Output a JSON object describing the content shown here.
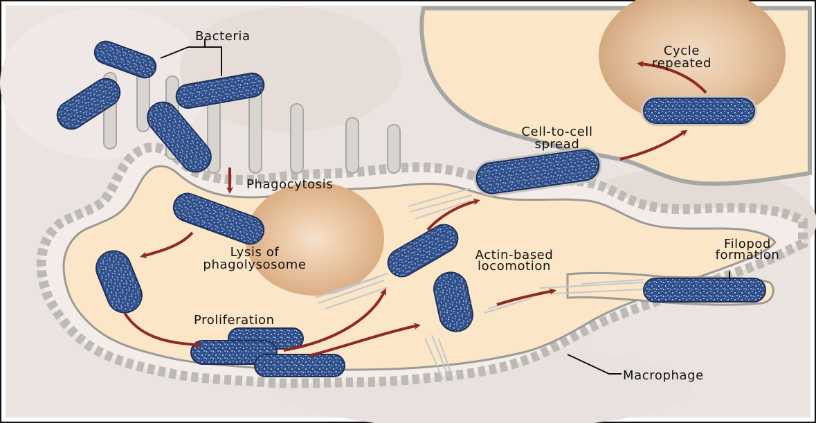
{
  "colors": {
    "background": "#ffffff",
    "host_region": "#e6dcd8",
    "cytoplasm": "#fbe6c8",
    "membrane_outline": "#a6a6a2",
    "nucleus": "#e2b994",
    "bacterium_fill": "#2f4f8a",
    "bacterium_speckle": "#9fb4dc",
    "arrow": "#8e2a20",
    "actin": "#c3c8cc",
    "frame": "#111111"
  },
  "labels": {
    "bacteria": "Bacteria",
    "cycle_repeated_line1": "Cycle",
    "cycle_repeated_line2": "repeated",
    "cell_to_cell_line1": "Cell-to-cell",
    "cell_to_cell_line2": "spread",
    "phagocytosis": "Phagocytosis",
    "lysis_line1": "Lysis of",
    "lysis_line2": "phagolysosome",
    "actin_line1": "Actin-based",
    "actin_line2": "locomotion",
    "filopod_line1": "Filopod",
    "filopod_line2": "formation",
    "proliferation": "Proliferation",
    "macrophage": "Macrophage"
  },
  "icons": {
    "bacterium": "rod-shaped-bacterium-icon",
    "arrow": "curved-arrow-icon",
    "actin": "actin-tail-icon",
    "nucleus": "nucleus-icon"
  }
}
